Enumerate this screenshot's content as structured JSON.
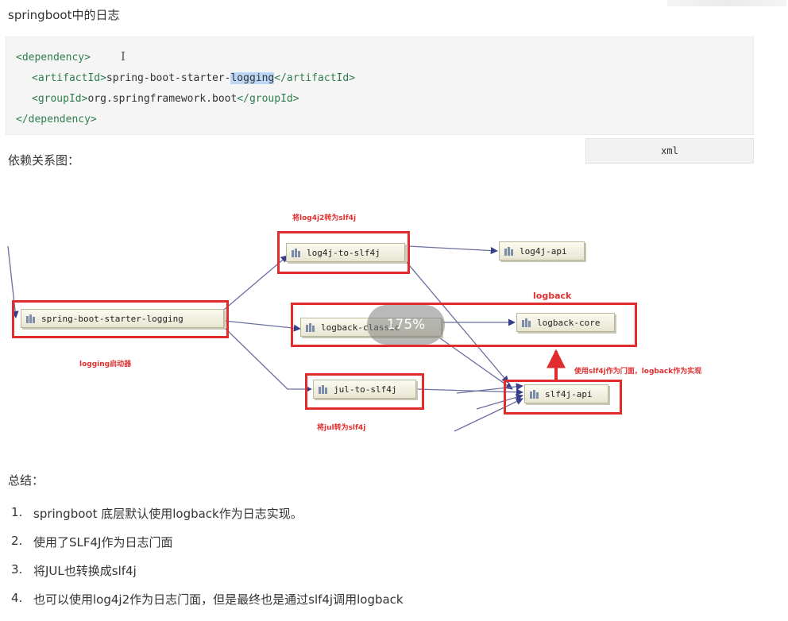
{
  "heading": "springboot中的日志",
  "code": {
    "open_tag": "<dependency>",
    "artifact_open": "<artifactId>",
    "artifact_pre": "spring-boot-starter-",
    "artifact_highlight": "logging",
    "artifact_close": "</artifactId>",
    "group_open": "<groupId>",
    "group_value": "org.springframework.boot",
    "group_close": "</groupId>",
    "close_tag": "</dependency>",
    "language": "xml"
  },
  "dependency_title": "依赖关系图：",
  "diagram": {
    "nodes": {
      "starter": "spring-boot-starter-logging",
      "log4j_to_slf4j": "log4j-to-slf4j",
      "log4j_api": "log4j-api",
      "logback_classic": "logback-classic",
      "logback_core": "logback-core",
      "jul_to_slf4j": "jul-to-slf4j",
      "slf4j_api": "slf4j-api"
    },
    "labels": {
      "log4j2_to_slf4j": "将log4j2转为slf4j",
      "logback": "logback",
      "starter_note": "logging启动器",
      "jul_note": "将jul转为slf4j",
      "slf4j_note": "使用slf4j作为门面，logback作为实现"
    },
    "zoom": "175%"
  },
  "summary_title": "总结：",
  "summary": [
    {
      "num": "1.",
      "text": "springboot 底层默认使用logback作为日志实现。"
    },
    {
      "num": "2.",
      "text": "使用了SLF4J作为日志门面"
    },
    {
      "num": "3.",
      "text": "将JUL也转换成slf4j"
    },
    {
      "num": "4.",
      "text": "也可以使用log4j2作为日志门面，但是最终也是通过slf4j调用logback"
    }
  ],
  "colors": {
    "red_box": "#e02c2c",
    "xml_tag": "#2f7d4f",
    "arrow": "#3a3f8a"
  }
}
